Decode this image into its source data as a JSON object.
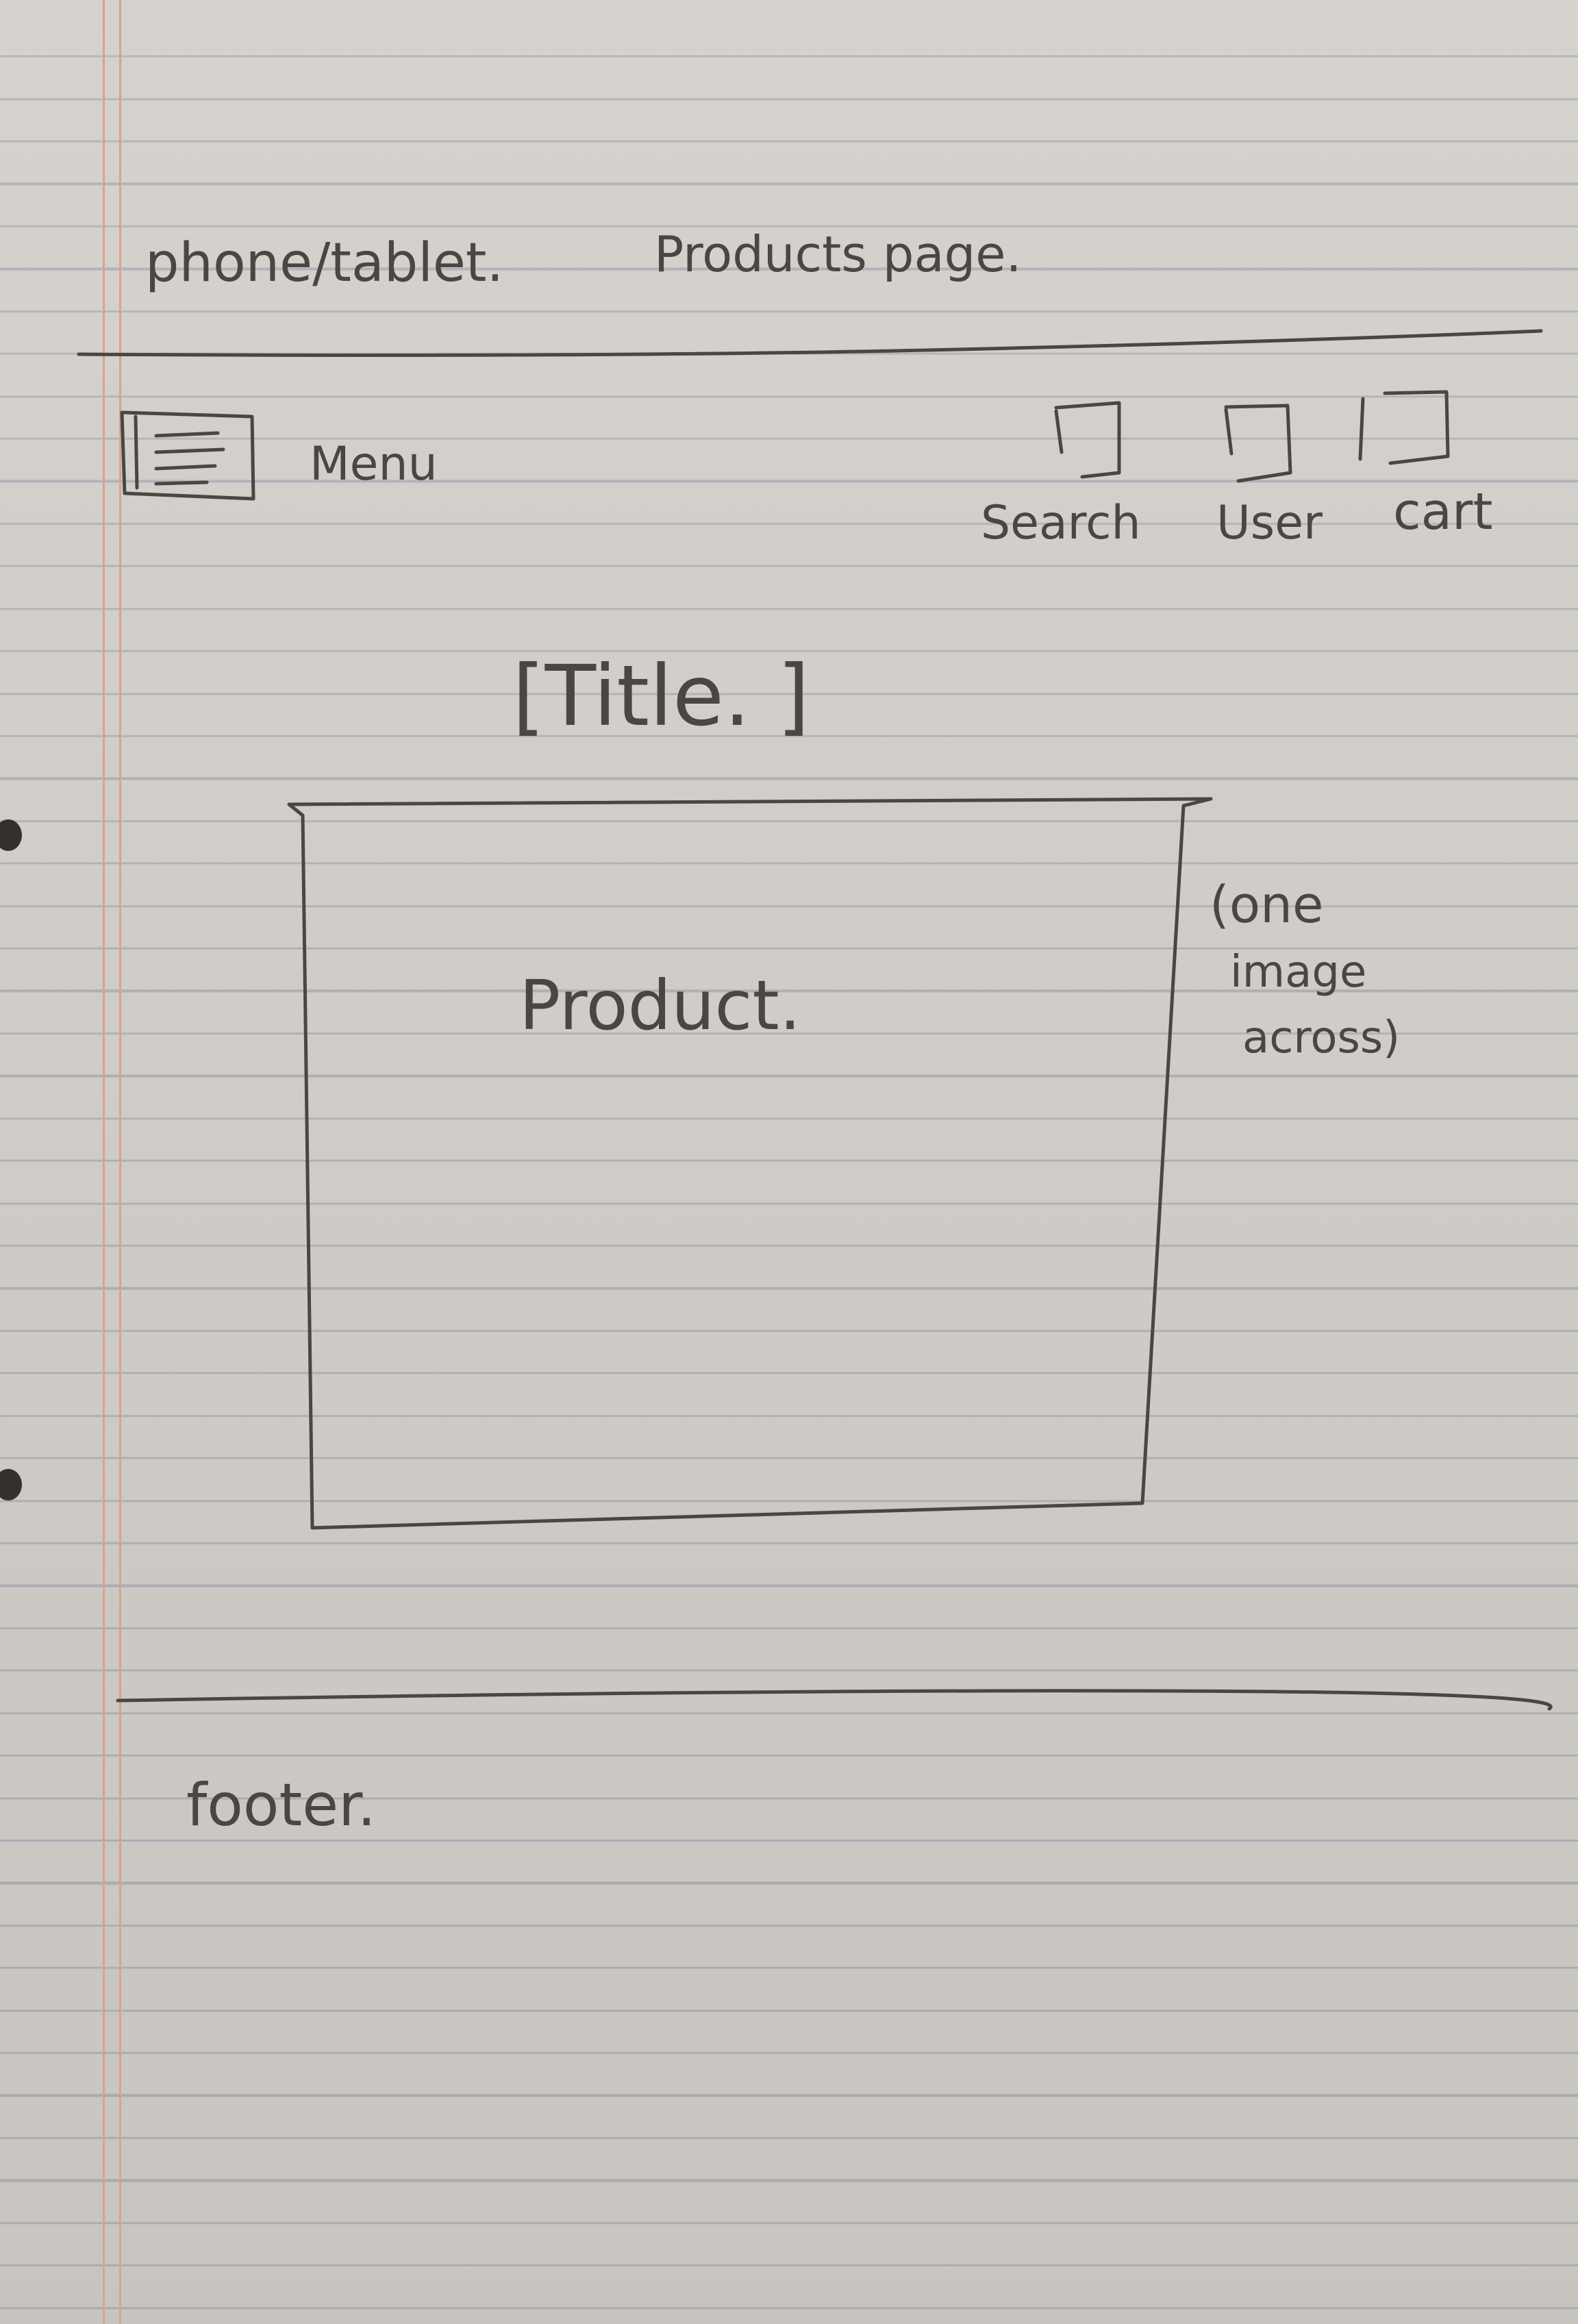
{
  "header": {
    "device_label": "phone/tablet.",
    "page_label": "Products page."
  },
  "nav": {
    "menu_label": "Menu",
    "search_label": "Search",
    "user_label": "User",
    "cart_label": "cart"
  },
  "main": {
    "title": "[Title. ]",
    "product_label": "Product.",
    "note": [
      "(one",
      "image",
      "across)"
    ]
  },
  "footer": {
    "label": "footer."
  },
  "colors": {
    "ink": "#4a4643",
    "paper": "#d3cfca",
    "rule": "#aeb2b8",
    "margin": "#d9a192"
  },
  "icons": {
    "menu": "hamburger-icon",
    "search": "search-icon",
    "user": "user-icon",
    "cart": "cart-icon"
  }
}
